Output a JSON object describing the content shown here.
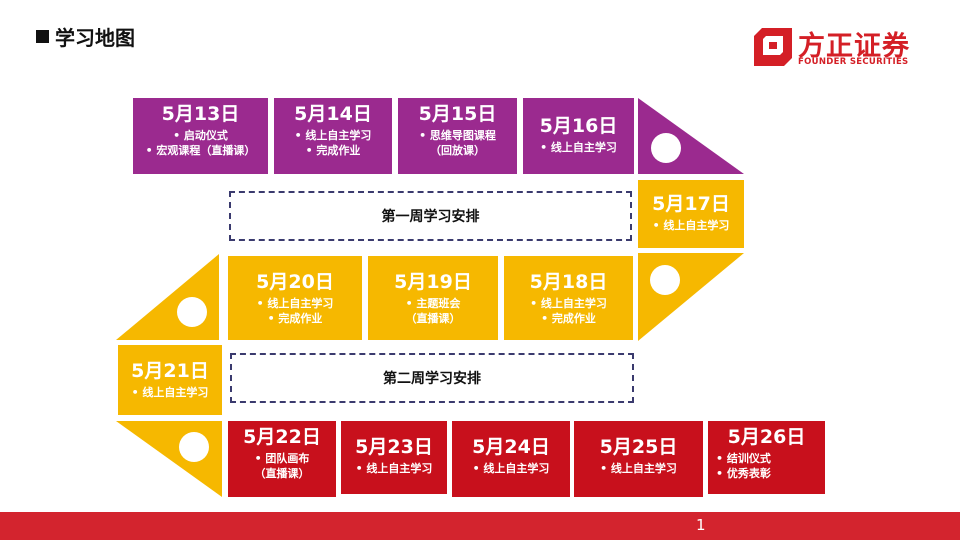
{
  "header": {
    "title": "学习地图"
  },
  "logo": {
    "name_cn": "方正证券",
    "name_en": "FOUNDER SECURITIES"
  },
  "week_labels": {
    "week1": "第一周学习安排",
    "week2": "第二周学习安排"
  },
  "days": [
    {
      "date": "5月13日",
      "items": [
        "• 启动仪式",
        "• 宏观课程（直播课）"
      ]
    },
    {
      "date": "5月14日",
      "items": [
        "• 线上自主学习",
        "• 完成作业"
      ]
    },
    {
      "date": "5月15日",
      "items": [
        "• 思维导图课程",
        "（回放课）"
      ]
    },
    {
      "date": "5月16日",
      "items": [
        "• 线上自主学习"
      ]
    },
    {
      "date": "5月17日",
      "items": [
        "• 线上自主学习"
      ]
    },
    {
      "date": "5月18日",
      "items": [
        "• 线上自主学习",
        "• 完成作业"
      ]
    },
    {
      "date": "5月19日",
      "items": [
        "• 主题班会",
        "（直播课）"
      ]
    },
    {
      "date": "5月20日",
      "items": [
        "• 线上自主学习",
        "• 完成作业"
      ]
    },
    {
      "date": "5月21日",
      "items": [
        "• 线上自主学习"
      ]
    },
    {
      "date": "5月22日",
      "items": [
        "• 团队画布",
        "（直播课）"
      ]
    },
    {
      "date": "5月23日",
      "items": [
        "• 线上自主学习"
      ]
    },
    {
      "date": "5月24日",
      "items": [
        "•    线上自主学习"
      ]
    },
    {
      "date": "5月25日",
      "items": [
        "•    线上自主学习"
      ]
    },
    {
      "date": "5月26日",
      "items": [
        "• 结训仪式",
        "• 优秀表彰"
      ]
    }
  ],
  "footer": {
    "page_number": "1"
  },
  "colors": {
    "week1": "#9b2a8f",
    "transition": "#f6b800",
    "week3": "#c8101c",
    "brand": "#d41f26"
  }
}
